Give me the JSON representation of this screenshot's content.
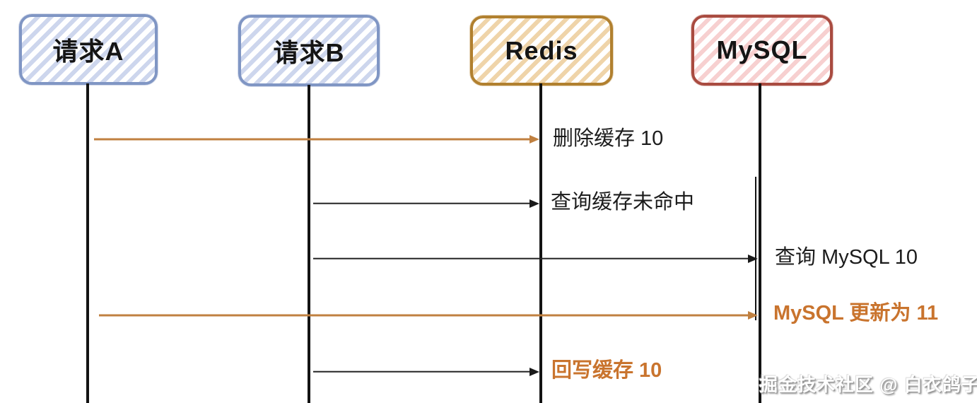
{
  "diagram": {
    "type": "sequence-diagram",
    "actors": [
      {
        "id": "request-a",
        "label": "请求A",
        "border_color": "#8096c4",
        "stripe_color": "#cdd6ed"
      },
      {
        "id": "request-b",
        "label": "请求B",
        "border_color": "#8096c4",
        "stripe_color": "#cdd6ed"
      },
      {
        "id": "redis",
        "label": "Redis",
        "border_color": "#b1802f",
        "stripe_color": "#efd4a9"
      },
      {
        "id": "mysql",
        "label": "MySQL",
        "border_color": "#a94b40",
        "stripe_color": "#f7d0d0"
      }
    ],
    "messages": [
      {
        "from": "request-a",
        "to": "redis",
        "label": "删除缓存 10",
        "arrow_color": "#c08040",
        "label_color": "#1c1c1c"
      },
      {
        "from": "request-b",
        "to": "redis",
        "label": "查询缓存未命中",
        "arrow_color": "#222222",
        "label_color": "#1c1c1c"
      },
      {
        "from": "request-b",
        "to": "mysql",
        "label": "查询 MySQL 10",
        "arrow_color": "#222222",
        "label_color": "#1c1c1c"
      },
      {
        "from": "request-a",
        "to": "mysql",
        "label": "MySQL 更新为 11",
        "arrow_color": "#c08040",
        "label_color": "#c9742e"
      },
      {
        "from": "request-b",
        "to": "redis",
        "label": "回写缓存 10",
        "arrow_color": "#222222",
        "label_color": "#c9742e"
      }
    ],
    "watermark": "掘金技术社区 @ 白衣鸽子"
  }
}
